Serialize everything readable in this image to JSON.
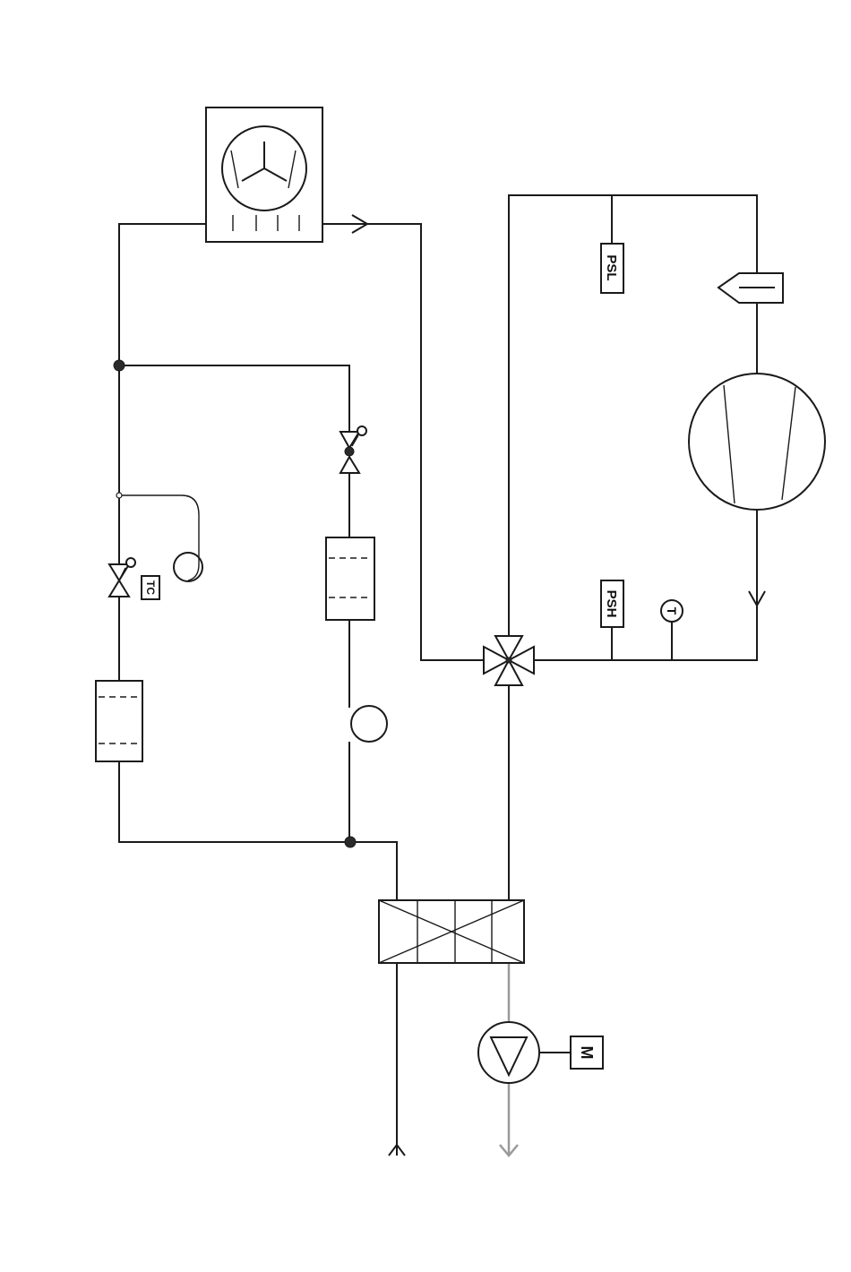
{
  "labels": {
    "tc": "TC",
    "psl": "PSL",
    "psh": "PSH",
    "t": "T",
    "m": "M"
  },
  "colors": {
    "line": "#1a1a1a",
    "secondary_line": "#9a9a9a",
    "background": "#ffffff"
  }
}
